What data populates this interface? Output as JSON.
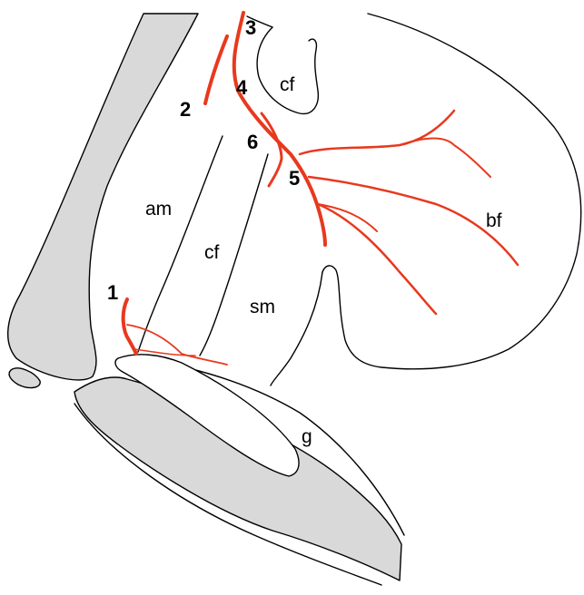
{
  "nerve_color": "#e8391e",
  "bone_color": "#d9d9d9",
  "numbers": {
    "n1": "1",
    "n2": "2",
    "n3": "3",
    "n4": "4",
    "n5": "5",
    "n6": "6"
  },
  "labels": {
    "cf_top": "cf",
    "am": "am",
    "cf_mid": "cf",
    "sm": "sm",
    "bf": "bf",
    "g": "g"
  }
}
